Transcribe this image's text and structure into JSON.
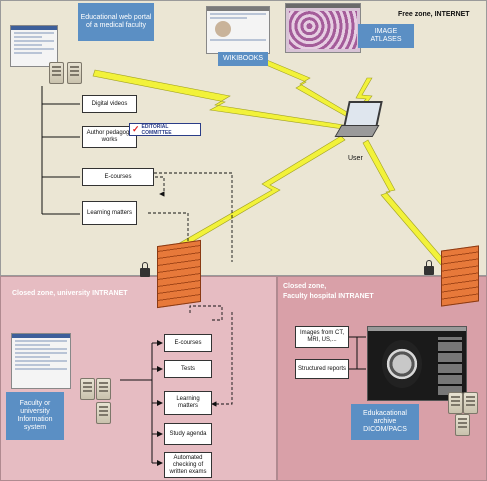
{
  "zones": {
    "free": "Free zone, INTERNET",
    "university": "Closed zone, university INTRANET",
    "hospital_line1": "Closed zone,",
    "hospital_line2": "Faculty hospital INTRANET"
  },
  "nodes": {
    "web_portal": "Educational web portal of a medical faculty",
    "wikibooks": "WIKIBOOKS",
    "image_atlases": "IMAGE ATLASES",
    "user": "User",
    "digital_videos": "Digital videos",
    "author_works": "Author pedagogy works",
    "editorial_committee": "EDITORIAL COMMITTEE",
    "ecourses_top": "E-courses",
    "learning_top": "Learning matters",
    "faculty_system": "Faculty or university Information system",
    "ecourses_bottom": "E-courses",
    "tests": "Tests",
    "learning_bottom": "Learning matters",
    "study_agenda": "Study agenda",
    "automated": "Automated checking of written exams",
    "images_ct": "Images from CT, MRI, US,...",
    "structured_reports": "Structured reports",
    "archive": "Edukacational archive DICOM/PACS"
  },
  "colors": {
    "free_zone": "#ebe6d4",
    "univ_zone": "#e6bcc2",
    "hosp_zone": "#d9a0a8",
    "label_box": "#5b8fc4",
    "lightning": "#f2f23a",
    "firewall": "#e7793a"
  }
}
